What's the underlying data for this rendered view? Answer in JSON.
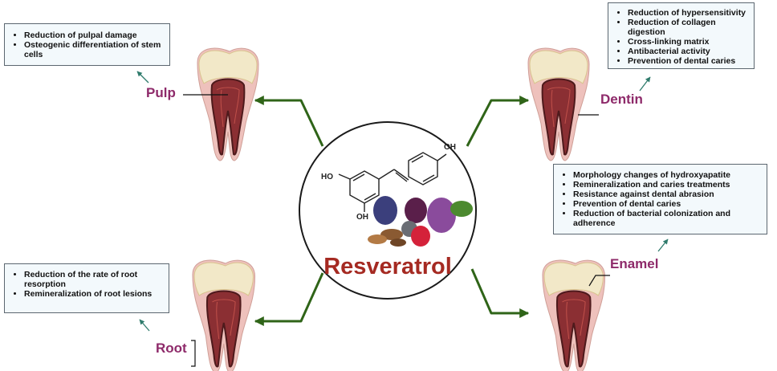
{
  "center": {
    "title": "Resveratrol",
    "oh_labels": [
      "OH",
      "HO",
      "OH"
    ]
  },
  "pulp": {
    "label": "Pulp",
    "items": [
      "Reduction of pulpal damage",
      "Osteogenic differentiation of stem cells"
    ]
  },
  "dentin": {
    "label": "Dentin",
    "items": [
      "Reduction of hypersensitivity",
      "Reduction of collagen digestion",
      "Cross-linking matrix",
      "Antibacterial activity",
      "Prevention of dental caries"
    ]
  },
  "root": {
    "label": "Root",
    "items": [
      "Reduction of the rate of root resorption",
      "Remineralization of root lesions"
    ]
  },
  "enamel": {
    "label": "Enamel",
    "items": [
      "Morphology changes of hydroxyapatite",
      "Remineralization and caries treatments",
      "Resistance against dental abrasion",
      "Prevention of dental caries",
      "Reduction of bacterial colonization and adherence"
    ]
  },
  "colors": {
    "arrow": "#2f6418",
    "label": "#8e2a6a",
    "title": "#a52a22",
    "box_bg": "#f3f9fc",
    "small_arrow": "#2f7b6c"
  }
}
